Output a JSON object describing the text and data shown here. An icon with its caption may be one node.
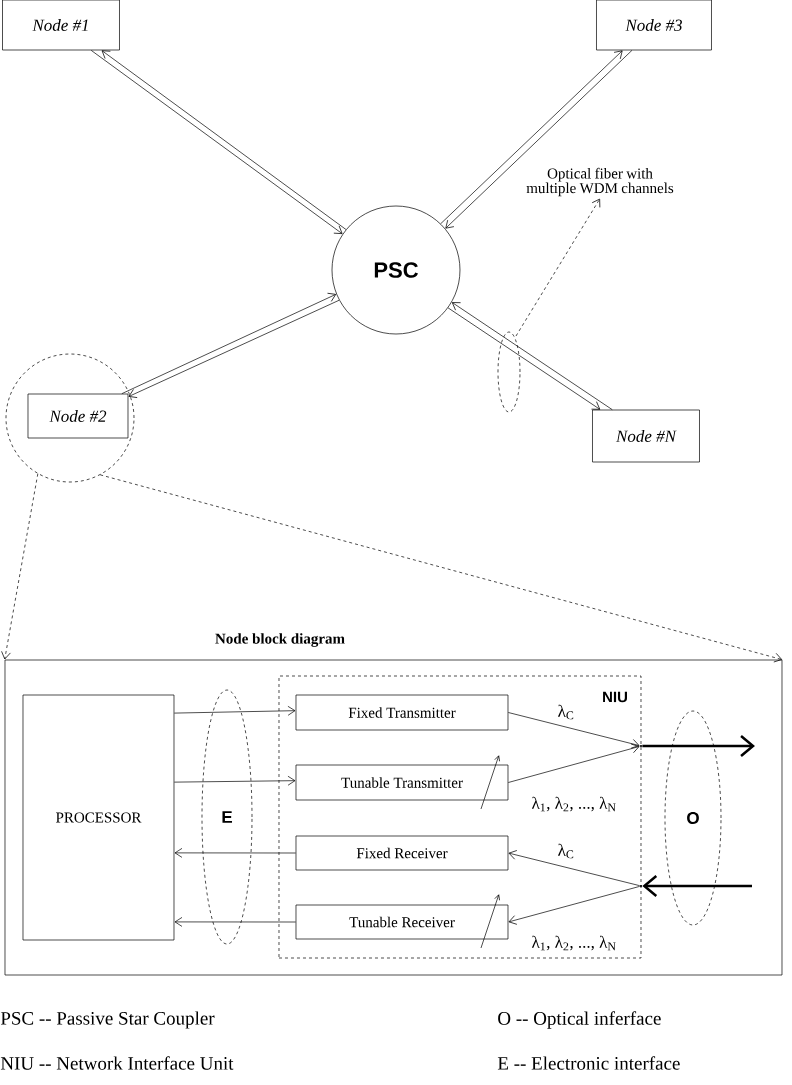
{
  "diagram": {
    "nodes": [
      {
        "text": [
          "Node #1"
        ]
      },
      {
        "text": [
          "Node #3"
        ]
      },
      {
        "text": [
          "PSC"
        ]
      },
      {
        "text": [
          "Optical fiber with multiple WDM channels"
        ]
      },
      {
        "text": [],
        "shape": "circle"
      },
      {
        "text": [
          "Node #2"
        ],
        "in": 4
      },
      {
        "text": [
          "Node #N"
        ]
      },
      {
        "text": [
          "Node block diagram"
        ]
      },
      {
        "text": [
          "PROCESSOR"
        ],
        "in": 7
      },
      {
        "text": [
          "NIU"
        ],
        "in": 7
      },
      {
        "text": [
          "Fixed Transmitter"
        ],
        "in": 9
      },
      {
        "text": [
          "Tunable Transmitter"
        ],
        "in": 9
      },
      {
        "text": [
          "Fixed Receiver"
        ],
        "in": 9
      },
      {
        "text": [
          "Tunable Receiver"
        ],
        "in": 9
      },
      {
        "text": [],
        "shape": "dot",
        "in": 7
      },
      {
        "text": [],
        "shape": "dot",
        "in": 7
      }
    ],
    "edges": [
      {
        "from": 2,
        "to": 0,
        "arrow": "to"
      },
      {
        "from": 0,
        "to": 2,
        "arrow": "to"
      },
      {
        "from": 2,
        "to": 1,
        "arrow": "to"
      },
      {
        "from": 1,
        "to": 2,
        "arrow": "to"
      },
      {
        "from": 2,
        "to": 5,
        "arrow": "to"
      },
      {
        "from": 5,
        "to": 2,
        "arrow": "to"
      },
      {
        "from": 2,
        "to": 6,
        "arrow": "to"
      },
      {
        "from": 6,
        "to": 2,
        "arrow": "to"
      },
      {
        "from": null,
        "to": 3,
        "arrow": "to",
        "style": "dashed"
      },
      {
        "from": 4,
        "to": 7,
        "arrow": "to",
        "style": "dashed"
      },
      {
        "from": 4,
        "to": 7,
        "arrow": "to",
        "style": "dashed"
      },
      {
        "from": 8,
        "to": 10,
        "arrow": "to"
      },
      {
        "from": 8,
        "to": 11,
        "arrow": "to"
      },
      {
        "from": 12,
        "to": 8,
        "arrow": "to"
      },
      {
        "from": 13,
        "to": 8,
        "arrow": "to"
      },
      {
        "from": 10,
        "to": 14,
        "arrow": "to",
        "label": "λ$_{C}$"
      },
      {
        "from": 11,
        "to": 14,
        "arrow": "to",
        "label": "λ$_{1}$, λ$_{2}$, ..., λ$_{N}$"
      },
      {
        "from": 15,
        "to": 12,
        "arrow": "to",
        "label": "λ$_{C}$"
      },
      {
        "from": 15,
        "to": 13,
        "arrow": "to",
        "label": "λ$_{1}$, λ$_{2}$, ..., λ$_{N}$"
      },
      {
        "from": 14,
        "to": null,
        "arrow": "to",
        "style": "thick"
      },
      {
        "from": null,
        "to": 15,
        "arrow": "to",
        "style": "thick"
      }
    ],
    "labels": [
      "E",
      "O",
      "PSC -- Passive Star Coupler",
      "O -- Optical inferface",
      "NIU -- Network Interface Unit",
      "E -- Electronic interface"
    ]
  }
}
